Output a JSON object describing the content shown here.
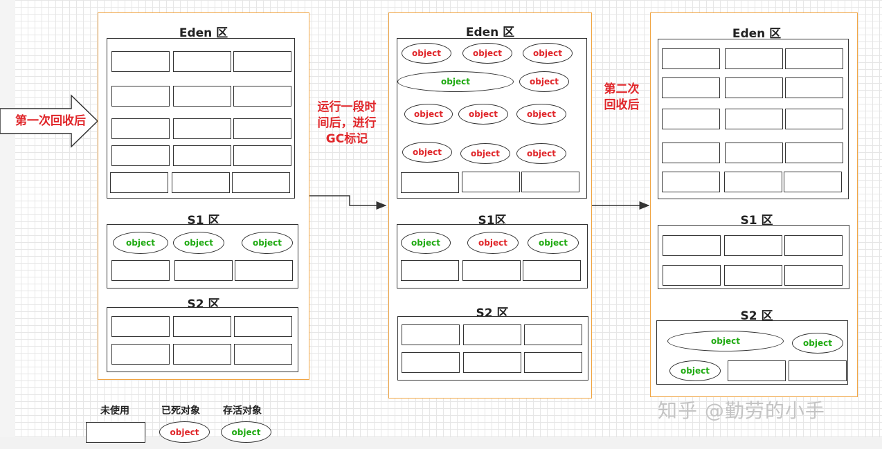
{
  "stages": [
    {
      "eden_title": "Eden 区",
      "s1_title": "S1 区",
      "s2_title": "S2 区"
    },
    {
      "eden_title": "Eden 区",
      "s1_title": "S1区",
      "s2_title": "S2 区"
    },
    {
      "eden_title": "Eden 区",
      "s1_title": "S1  区",
      "s2_title": "S2 区"
    }
  ],
  "object_label": "object",
  "arrows": {
    "first_gc": "第一次回收后",
    "mark_line1": "运行一段时",
    "mark_line2": "间后，进行",
    "mark_line3": "GC标记",
    "second_line1": "第二次",
    "second_line2": "回收后"
  },
  "legend": {
    "unused": "未使用",
    "dead": "已死对象",
    "live": "存活对象"
  },
  "colors": {
    "stage_border": "#f0a442",
    "dead_object_text": "#e0262a",
    "live_object_text": "#1faa12",
    "label_red": "#e0262a"
  },
  "watermark": "知乎 @勤劳的小手"
}
